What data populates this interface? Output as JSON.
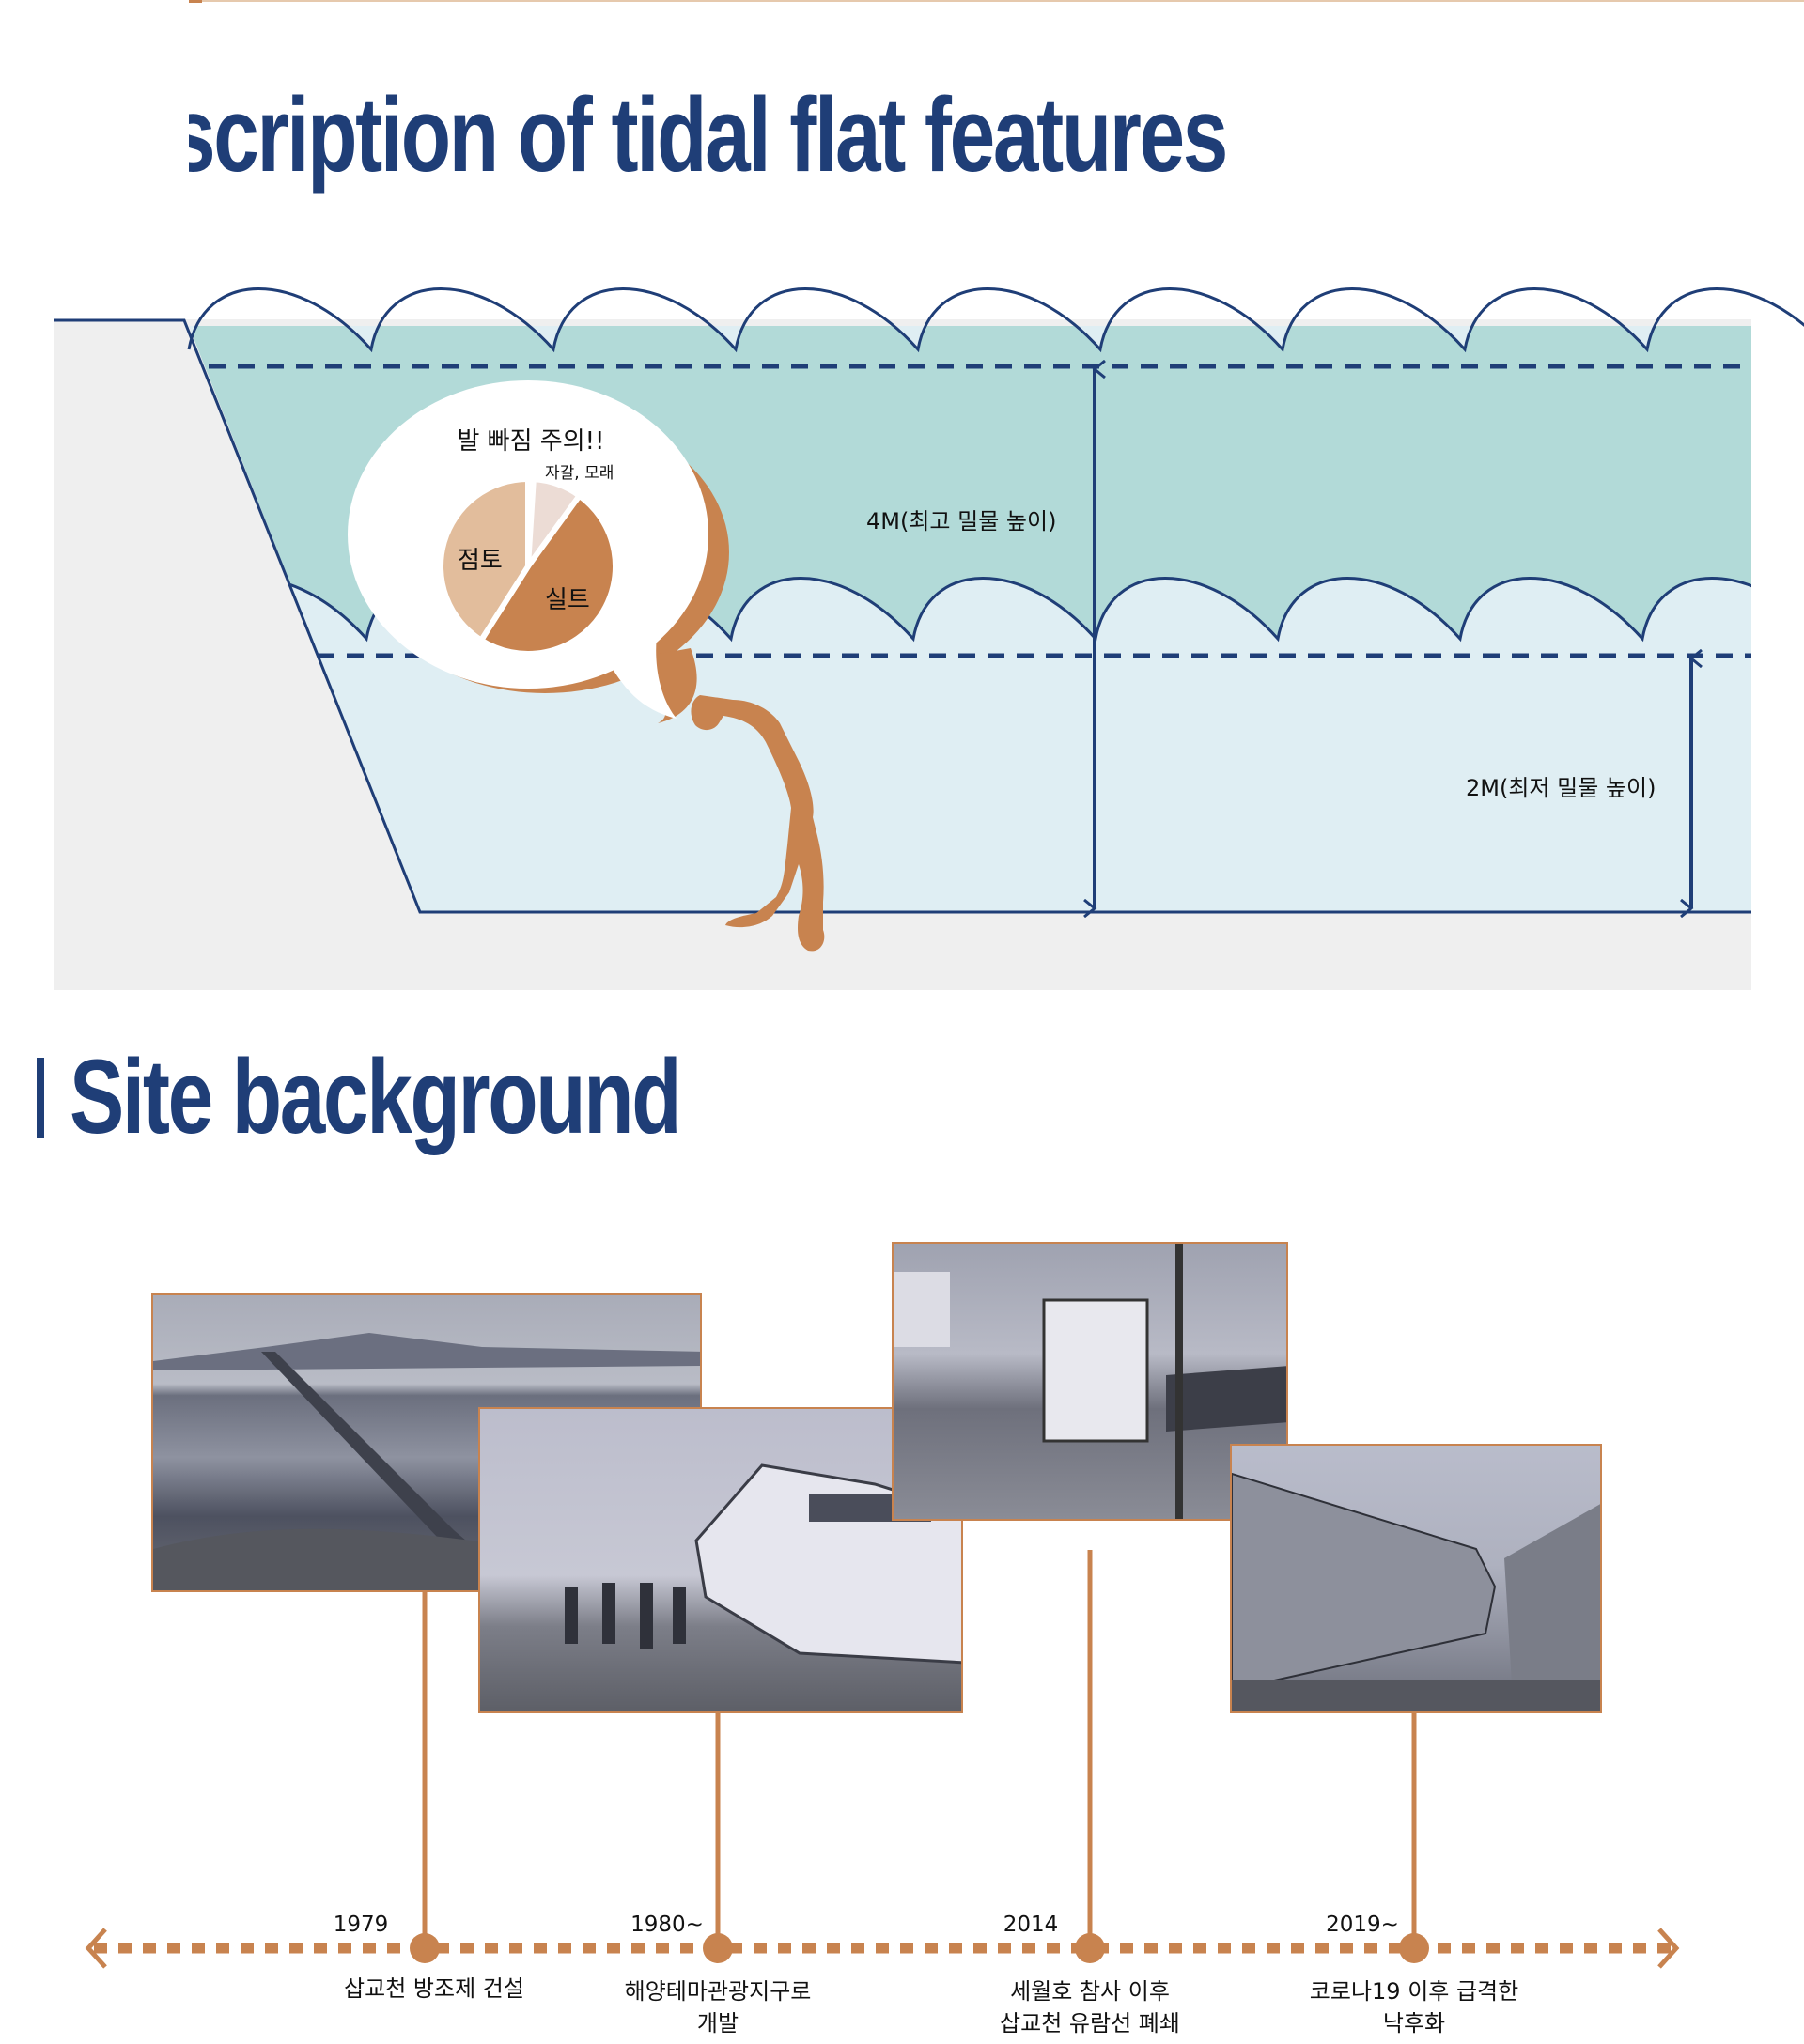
{
  "sections": {
    "tidal_title": "Description of tidal flat features",
    "site_title": "Site background"
  },
  "diagram": {
    "high_tide_label": "4M(최고 밀물 높이)",
    "low_tide_label": "2M(최저 밀물 높이)",
    "bubble_title": "발 빠짐 주의!!",
    "colors": {
      "navy": "#1f3e77",
      "teal": "#b2dad8",
      "light_water": "#dfeef3",
      "ground": "#efefef",
      "accent": "#c8834f"
    }
  },
  "chart_data": {
    "type": "pie",
    "title": "발 빠짐 주의!!",
    "slices": [
      {
        "label": "",
        "value": 1,
        "color": "#d9d9d9"
      },
      {
        "label": "자갈, 모래",
        "value": 9,
        "color": "#ecdcd5"
      },
      {
        "label": "실트",
        "value": 49,
        "color": "#c8834f"
      },
      {
        "label": "점토",
        "value": 41,
        "color": "#e2bd9c"
      }
    ]
  },
  "timeline": {
    "events": [
      {
        "year": "1979",
        "lines": [
          "삽교천 방조제 건설"
        ]
      },
      {
        "year": "1980~",
        "lines": [
          "해양테마관광지구로",
          "개발"
        ]
      },
      {
        "year": "2014",
        "lines": [
          "세월호 참사 이후",
          "삽교천 유람선 폐쇄"
        ]
      },
      {
        "year": "2019~",
        "lines": [
          "코로나19 이후 급격한",
          "낙후화"
        ]
      }
    ]
  }
}
